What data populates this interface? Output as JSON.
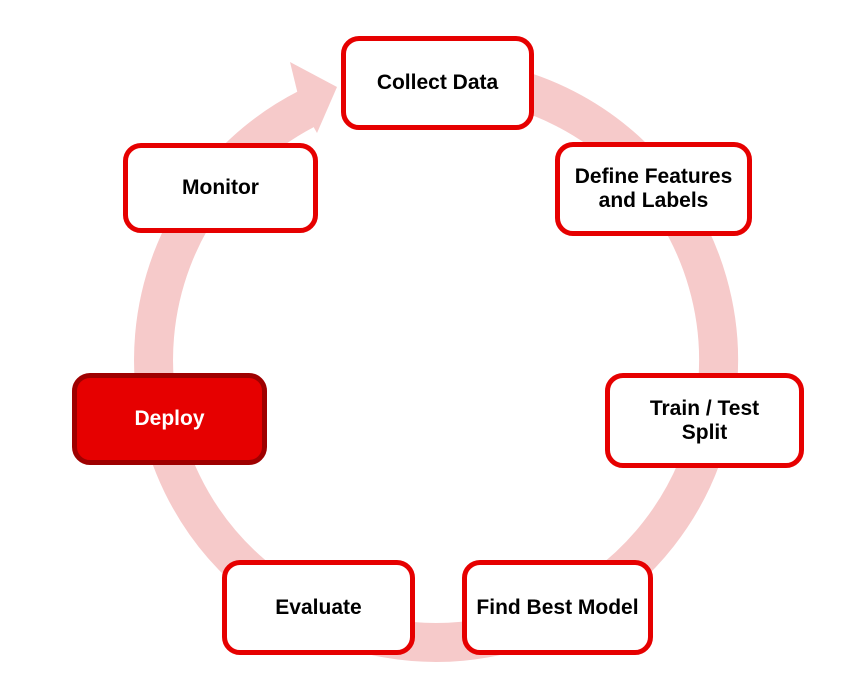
{
  "diagram": {
    "type": "cycle",
    "direction": "clockwise",
    "nodes": [
      {
        "id": "collect-data",
        "label": "Collect Data",
        "style": "outline"
      },
      {
        "id": "define-features-and-labels",
        "label": "Define Features\nand Labels",
        "style": "outline"
      },
      {
        "id": "train-test-split",
        "label": "Train / Test\nSplit",
        "style": "outline"
      },
      {
        "id": "find-best-model",
        "label": "Find Best Model",
        "style": "outline"
      },
      {
        "id": "evaluate",
        "label": "Evaluate",
        "style": "outline"
      },
      {
        "id": "deploy",
        "label": "Deploy",
        "style": "filled"
      },
      {
        "id": "monitor",
        "label": "Monitor",
        "style": "outline"
      }
    ],
    "colors": {
      "ring": "#f6caca",
      "node_border": "#e60000",
      "node_fill": "#ffffff",
      "node_text": "#000000",
      "deploy_fill": "#e60000",
      "deploy_border": "#9e0000",
      "deploy_text": "#ffffff",
      "background": "#ffffff"
    }
  }
}
